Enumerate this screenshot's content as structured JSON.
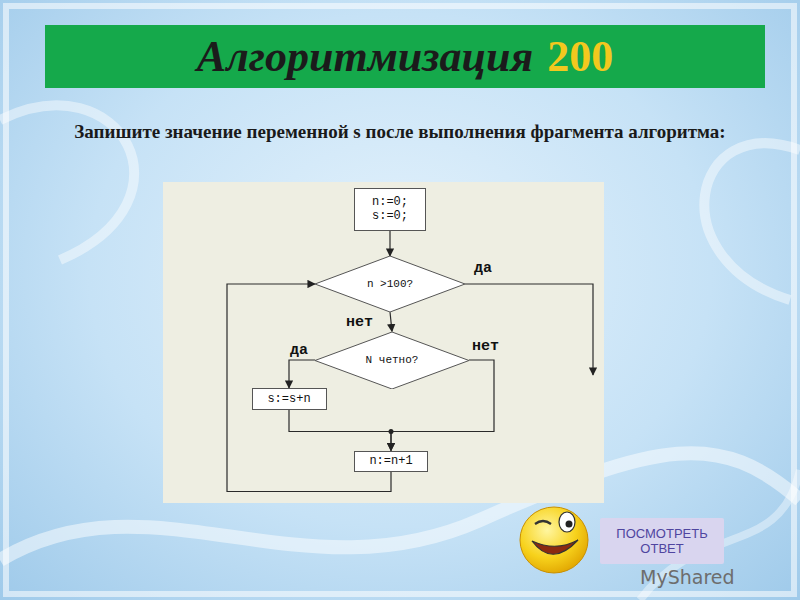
{
  "diagram": {
    "title": "Алгоритмизация",
    "nodes": [
      {
        "text": [
          "n:=0; s:=0;"
        ]
      },
      {
        "text": [
          "n >100?"
        ]
      },
      {
        "text": [
          "N четно?"
        ]
      },
      {
        "text": [
          "s:=s+n"
        ]
      },
      {
        "text": [
          "n:=n+1"
        ]
      },
      {
        "text": [
          "ПОСМОТРЕТЬ ОТВЕТ"
        ]
      }
    ],
    "edges": [
      {
        "from": 0,
        "to": 1,
        "arrow": "to"
      },
      {
        "from": 1,
        "to": 2,
        "label": "нет",
        "arrow": "to"
      },
      {
        "from": 2,
        "to": 3,
        "label": "да",
        "arrow": "to"
      },
      {
        "from": 3,
        "to": 4,
        "arrow": "to"
      },
      {
        "from": 2,
        "to": 4,
        "label": "нет",
        "arrow": "to"
      },
      {
        "from": 4,
        "to": 1,
        "arrow": "to"
      }
    ],
    "labels": [
      "200",
      "Запишите значение переменной s после выполнения фрагмента алгоритма:",
      "да",
      "MyShared"
    ]
  }
}
